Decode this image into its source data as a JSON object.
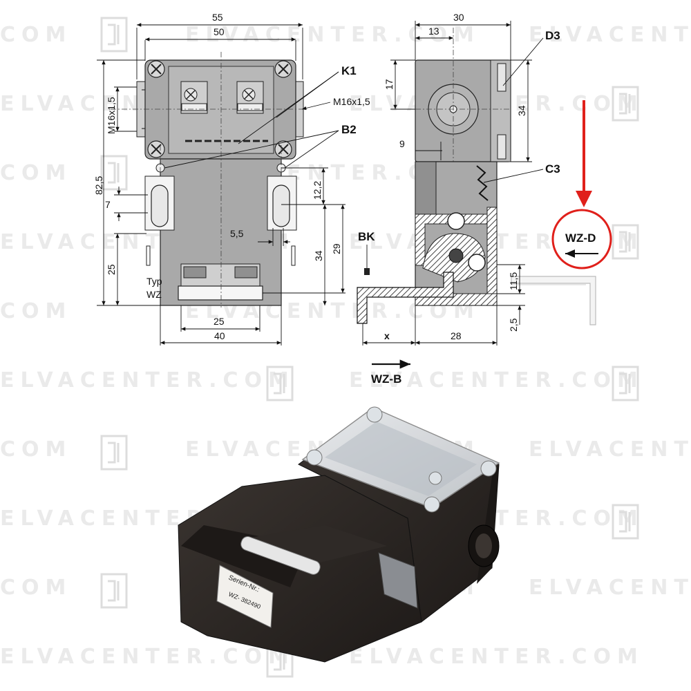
{
  "dimensions": {
    "front_width_outer": "55",
    "front_width_inner": "50",
    "front_height_total": "82,5",
    "thread_left": "M16x1,5",
    "thread_right": "M16x1,5",
    "hole_height": "7",
    "lower_height": "25",
    "slot_offset": "12,2",
    "slot_width": "5,5",
    "height_34_front": "34",
    "height_29": "29",
    "base_inner_width": "25",
    "base_width": "40",
    "side_width": "30",
    "side_offset": "13",
    "side_top_17": "17",
    "side_height_34": "34",
    "side_9": "9",
    "side_11_5": "11,5",
    "side_2_5": "2,5",
    "side_x": "x",
    "side_28": "28"
  },
  "labels": {
    "k1": "K1",
    "b2": "B2",
    "d3": "D3",
    "c3": "C3",
    "bk": "BK",
    "typ_line1": "Typ",
    "typ_line2": "WZ",
    "wz_b": "WZ-B",
    "wz_d": "WZ-D"
  },
  "photo": {
    "serial_label": "Serien-Nr.:",
    "serial_value": "WZ- 382490"
  },
  "watermark": {
    "text": "ELVACENTER.COM",
    "fragment_left": "COM",
    "fragment_right": "ELVACENTER."
  },
  "colors": {
    "arrow_red": "#e0201b",
    "body_gray": "#a9a9a9",
    "product_black": "#2b2623"
  }
}
